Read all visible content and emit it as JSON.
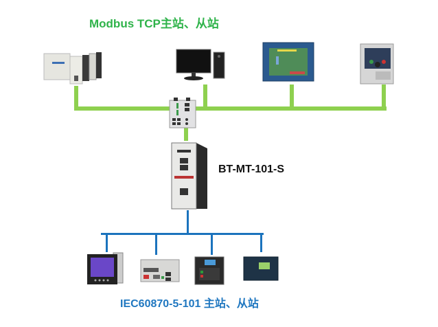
{
  "diagram": {
    "top_title": "Modbus TCP主站、从站",
    "bottom_title": "IEC60870-5-101 主站、从站",
    "gateway_label": "BT-MT-101-S",
    "colors": {
      "ethernet_line": "#8ed04f",
      "serial_line": "#1b73bd",
      "top_title": "#2fb34a",
      "bottom_title": "#1f77c0"
    },
    "top_devices": [
      {
        "name": "PLC"
      },
      {
        "name": "PC workstation"
      },
      {
        "name": "HMI touch panel"
      },
      {
        "name": "Frequency inverter"
      }
    ],
    "switch": {
      "name": "Ethernet switch"
    },
    "bottom_devices": [
      {
        "name": "Power meter"
      },
      {
        "name": "RTU module"
      },
      {
        "name": "Protection relay"
      },
      {
        "name": "Controller"
      }
    ]
  }
}
